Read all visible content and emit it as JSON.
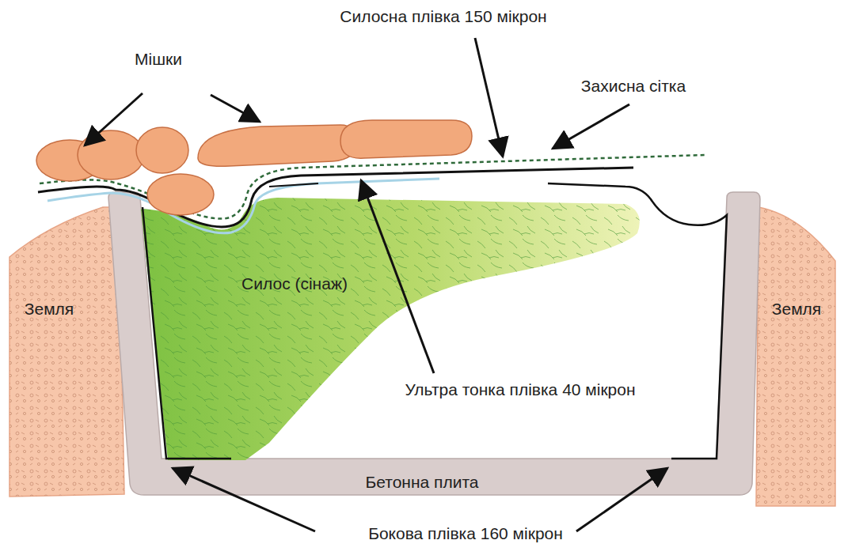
{
  "diagram": {
    "labels": [
      "Силосна плівка 150 мікрон",
      "Мішки",
      "Захисна сітка",
      "Силос (сінаж)",
      "Земля",
      "Земля",
      "Ультра тонка плівка 40 мікрон",
      "Бетонна плита",
      "Бокова плівка 160 мікрон"
    ]
  }
}
